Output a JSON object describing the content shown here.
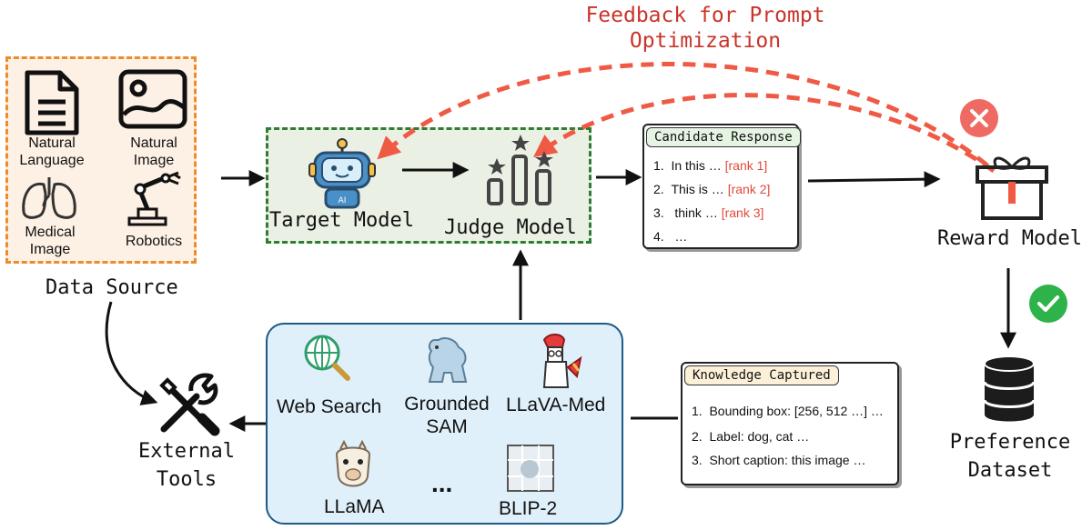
{
  "feedback": {
    "line1": "Feedback for Prompt",
    "line2": "Optimization"
  },
  "data_source": {
    "title": "Data Source",
    "items": [
      {
        "line1": "Natural",
        "line2": "Language",
        "icon": "document-icon"
      },
      {
        "line1": "Natural",
        "line2": "Image",
        "icon": "image-icon"
      },
      {
        "line1": "Medical",
        "line2": "Image",
        "icon": "lungs-icon"
      },
      {
        "line1": "Robotics",
        "line2": "",
        "icon": "robot-arm-icon"
      }
    ]
  },
  "target_model": {
    "label": "Target Model"
  },
  "judge_model": {
    "label": "Judge Model"
  },
  "candidate": {
    "title": "Candidate Response",
    "items": [
      {
        "num": "1.",
        "text": "In this …",
        "rank": "[rank 1]"
      },
      {
        "num": "2.",
        "text": "This is …",
        "rank": "[rank 2]"
      },
      {
        "num": "3.",
        "text": "think …",
        "rank": "[rank 3]"
      },
      {
        "num": "4.",
        "text": "…",
        "rank": ""
      }
    ]
  },
  "reward_model": {
    "label": "Reward Model"
  },
  "preference": {
    "line1": "Preference",
    "line2": "Dataset"
  },
  "tools": {
    "web_search": "Web Search",
    "grounded_sam_1": "Grounded",
    "grounded_sam_2": "SAM",
    "llava_med": "LLaVA-Med",
    "llama": "LLaMA",
    "ellipsis": "...",
    "blip2": "BLIP-2"
  },
  "external_tools": {
    "line1": "External",
    "line2": "Tools"
  },
  "knowledge": {
    "title": "Knowledge Captured",
    "items": [
      {
        "num": "1.",
        "text": "Bounding box:  [256, 512 …] …"
      },
      {
        "num": "2.",
        "text": "Label: dog, cat …"
      },
      {
        "num": "3.",
        "text": "Short caption: this image …"
      }
    ]
  },
  "colors": {
    "feedback_red": "#e04a3a",
    "source_orange": "#f08a2c",
    "model_green": "#2e7d32",
    "tools_blue": "#dff0fb",
    "check_green": "#2db34a"
  }
}
